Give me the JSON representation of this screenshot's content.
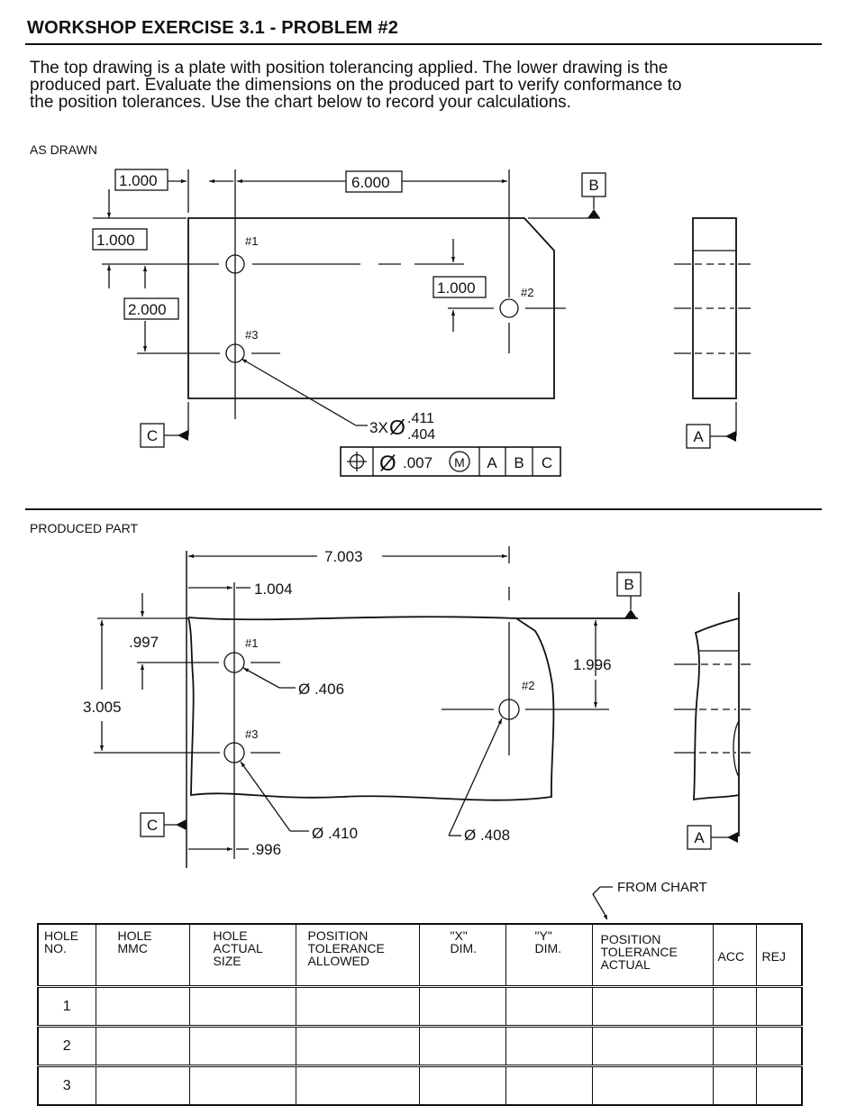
{
  "header": {
    "title": "WORKSHOP EXERCISE 3.1 -  PROBLEM  #2",
    "intro_lines": [
      "The top drawing is a plate with position tolerancing applied.  The lower drawing is the",
      "produced part.  Evaluate the dimensions on the produced part to verify conformance to",
      "the position tolerances. Use the chart below to record your calculations."
    ]
  },
  "as_drawn": {
    "label": "AS DRAWN",
    "dims": {
      "left_edge": "1.000",
      "hole_spacing_x": "6.000",
      "top_edge": "1.000",
      "hole_spacing_y": "2.000",
      "hole2_offset": "1.000"
    },
    "holes": [
      "#1",
      "#2",
      "#3"
    ],
    "hole_callout": {
      "prefix": "3X",
      "dia": "Ø",
      "upper": ".411",
      "lower": ".404"
    },
    "fcf": {
      "symbol": "⌖",
      "dia": "Ø",
      "tol": ".007",
      "modifier": "M",
      "datums": [
        "A",
        "B",
        "C"
      ]
    },
    "datums": {
      "top": "B",
      "left": "C",
      "side": "A"
    }
  },
  "produced": {
    "label": "PRODUCED PART",
    "dims": {
      "overall_x": "7.003",
      "hole1_x": "1.004",
      "hole1_y": ".997",
      "hole_spacing_y": "3.005",
      "hole2_y": "1.996",
      "hole3_x": ".996"
    },
    "holes": [
      "#1",
      "#2",
      "#3"
    ],
    "hole_sizes": {
      "h1": "Ø .406",
      "h2": "Ø .408",
      "h3": "Ø .410"
    },
    "datums": {
      "top": "B",
      "left": "C",
      "side": "A"
    }
  },
  "from_chart_label": "FROM CHART",
  "table": {
    "headers": [
      [
        "HOLE",
        "NO."
      ],
      [
        "HOLE",
        "MMC"
      ],
      [
        "HOLE",
        "ACTUAL",
        "SIZE"
      ],
      [
        "POSITION",
        "TOLERANCE",
        "ALLOWED"
      ],
      [
        "\"X\"",
        "DIM."
      ],
      [
        "\"Y\"",
        "DIM."
      ],
      [
        "POSITION",
        "TOLERANCE",
        "ACTUAL"
      ],
      [
        "ACC"
      ],
      [
        "REJ"
      ]
    ],
    "rows": [
      {
        "hole_no": "1"
      },
      {
        "hole_no": "2"
      },
      {
        "hole_no": "3"
      }
    ]
  }
}
